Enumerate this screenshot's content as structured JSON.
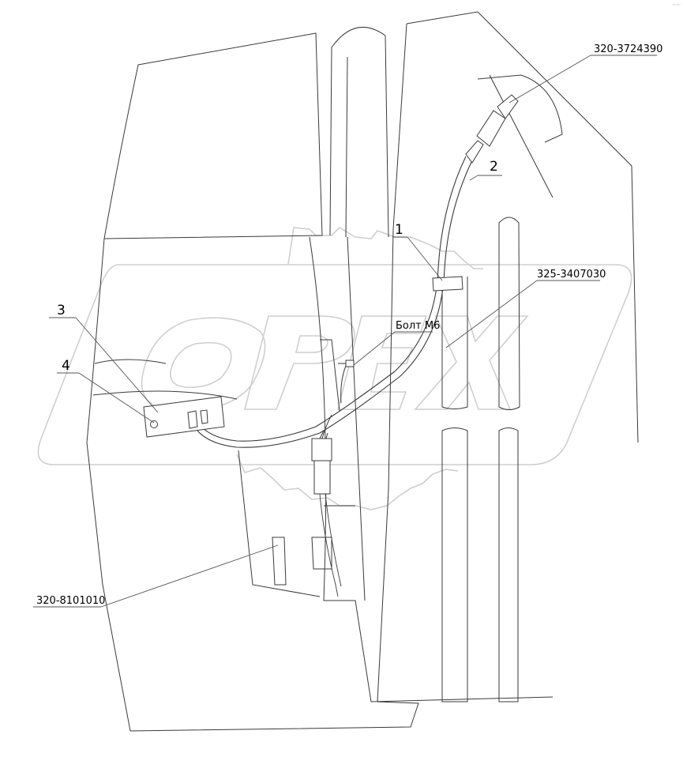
{
  "diagram": {
    "callouts": {
      "part_320_3724390": "320-3724390",
      "item_2": "2",
      "item_1": "1",
      "part_325_3407030": "325-3407030",
      "bolt": "Болт М6",
      "item_3": "3",
      "item_4": "4",
      "part_320_8101010": "320-8101010"
    },
    "watermark": {
      "text": "OPEX",
      "color": "#d6d6d6"
    },
    "corner_mark": "ᵖʰ ᵇᵒᵒ",
    "line_color": "#3a3a3a"
  }
}
